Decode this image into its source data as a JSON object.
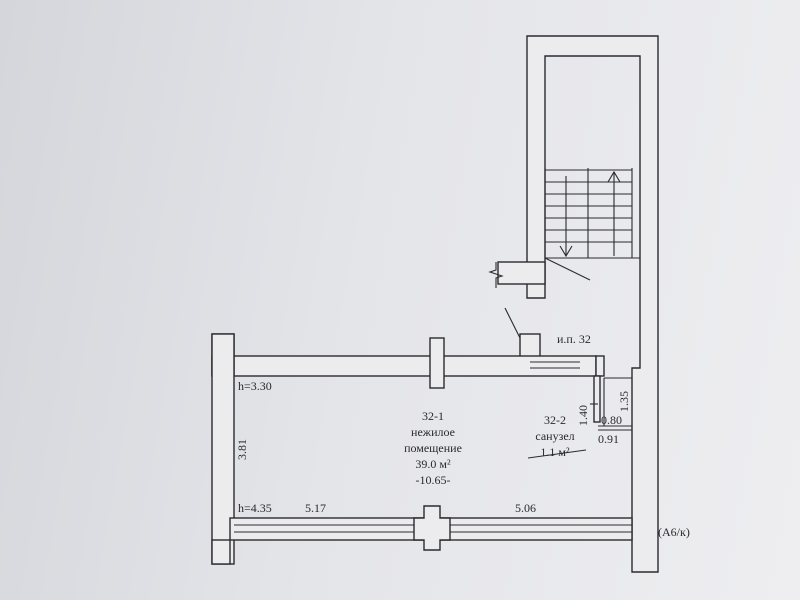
{
  "plan": {
    "stair_landing": "и.п. 32",
    "room1": {
      "number": "32-1",
      "name_line1": "нежилое",
      "name_line2": "помещение",
      "area": "39.0 м²",
      "perimeter": "-10.65-"
    },
    "room2": {
      "number": "32-2",
      "name": "санузел",
      "area": "1.1 м²"
    },
    "dimensions": {
      "height_top": "h=3.30",
      "height_bottom": "h=4.35",
      "left_width": "3.81",
      "bottom_left": "5.17",
      "bottom_right": "5.06",
      "sanuzel_side": "1.40",
      "sanuzel_right": "1.35",
      "sanuzel_width_a": "0.80",
      "sanuzel_width_b": "0.91"
    },
    "sheet_code": "(А6/к)"
  }
}
